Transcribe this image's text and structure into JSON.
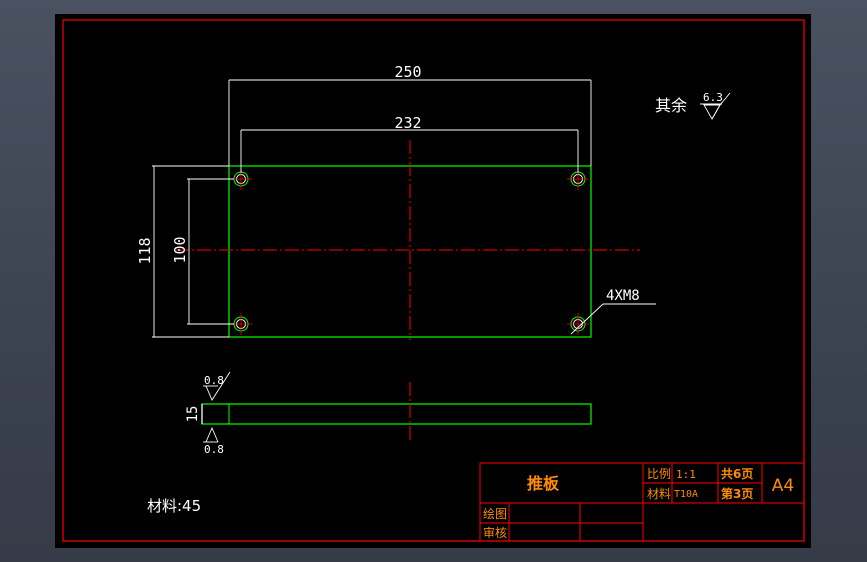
{
  "dimensions": {
    "overall_length": "250",
    "hole_spacing_x": "232",
    "overall_width": "118",
    "hole_spacing_y": "100",
    "thread_callout": "4XM8",
    "thickness": "15"
  },
  "surface_finish": {
    "general_label": "其余",
    "general_value": "6.3",
    "top_value": "0.8",
    "bottom_value": "0.8"
  },
  "material_note": "材料:45",
  "title_block": {
    "part_name": "推板",
    "scale_label": "比例",
    "scale_value": "1:1",
    "material_label": "材料",
    "material_value": "T10A",
    "sheets_total": "共6页",
    "sheet_number": "第3页",
    "paper_size": "A4",
    "drawn_label": "绘图",
    "checked_label": "审核"
  },
  "colors": {
    "background": "#000000",
    "frame": "#ff0000",
    "outline": "#00ff00",
    "dimension": "#ffffff",
    "centerline": "#ff0000",
    "title_text": "#ff8c00"
  }
}
